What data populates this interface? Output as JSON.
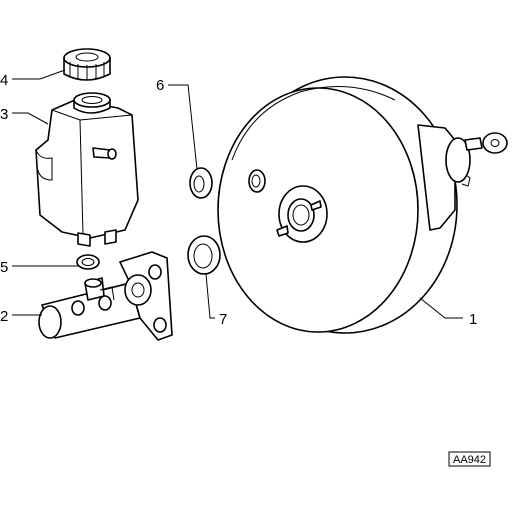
{
  "diagram": {
    "callouts": [
      {
        "id": "1",
        "label": "1"
      },
      {
        "id": "2",
        "label": "2"
      },
      {
        "id": "3",
        "label": "3"
      },
      {
        "id": "4",
        "label": "4"
      },
      {
        "id": "5",
        "label": "5"
      },
      {
        "id": "6",
        "label": "6"
      },
      {
        "id": "7",
        "label": "7"
      }
    ],
    "reference_code": "AA942"
  },
  "colors": {
    "line": "#000000",
    "background": "#ffffff"
  }
}
